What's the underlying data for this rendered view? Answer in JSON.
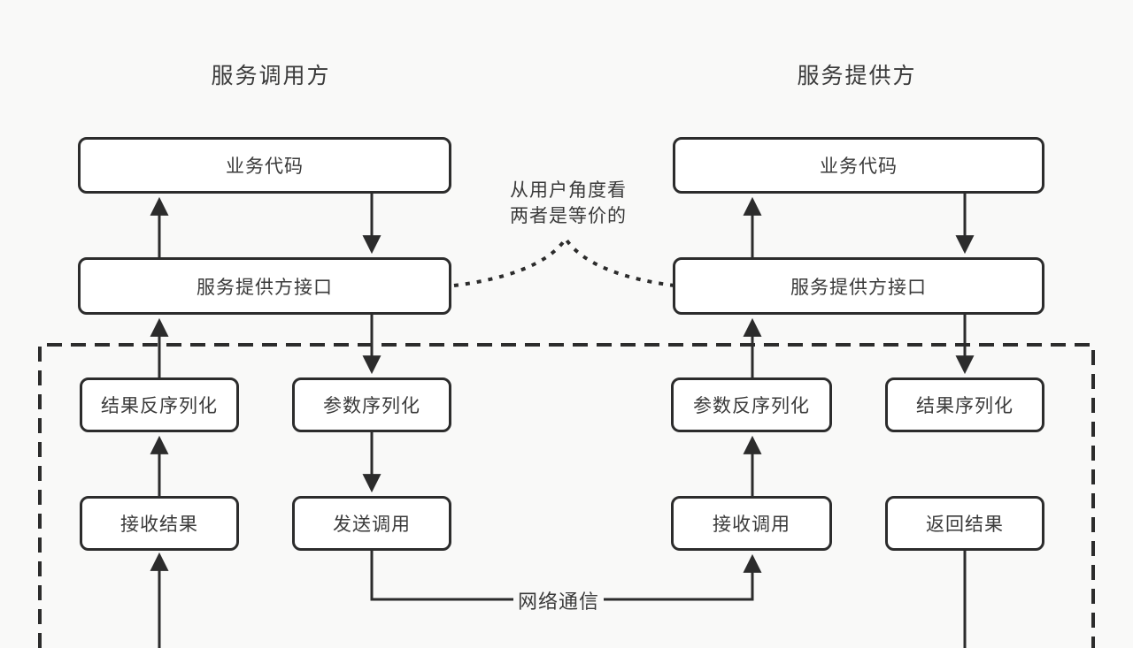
{
  "diagram": {
    "caller": {
      "title": "服务调用方",
      "business_code": "业务代码",
      "interface": "服务提供方接口",
      "result_deserialize": "结果反序列化",
      "param_serialize": "参数序列化",
      "receive_result": "接收结果",
      "send_call": "发送调用"
    },
    "provider": {
      "title": "服务提供方",
      "business_code": "业务代码",
      "interface": "服务提供方接口",
      "param_deserialize": "参数反序列化",
      "result_serialize": "结果序列化",
      "receive_call": "接收调用",
      "return_result": "返回结果"
    },
    "annotation": {
      "line1": "从用户角度看",
      "line2": "两者是等价的"
    },
    "network_label": "网络通信",
    "colors": {
      "stroke": "#2c2c2c",
      "background": "#f9f9f8",
      "box_fill": "#ffffff",
      "text": "#3a3a3a"
    }
  }
}
